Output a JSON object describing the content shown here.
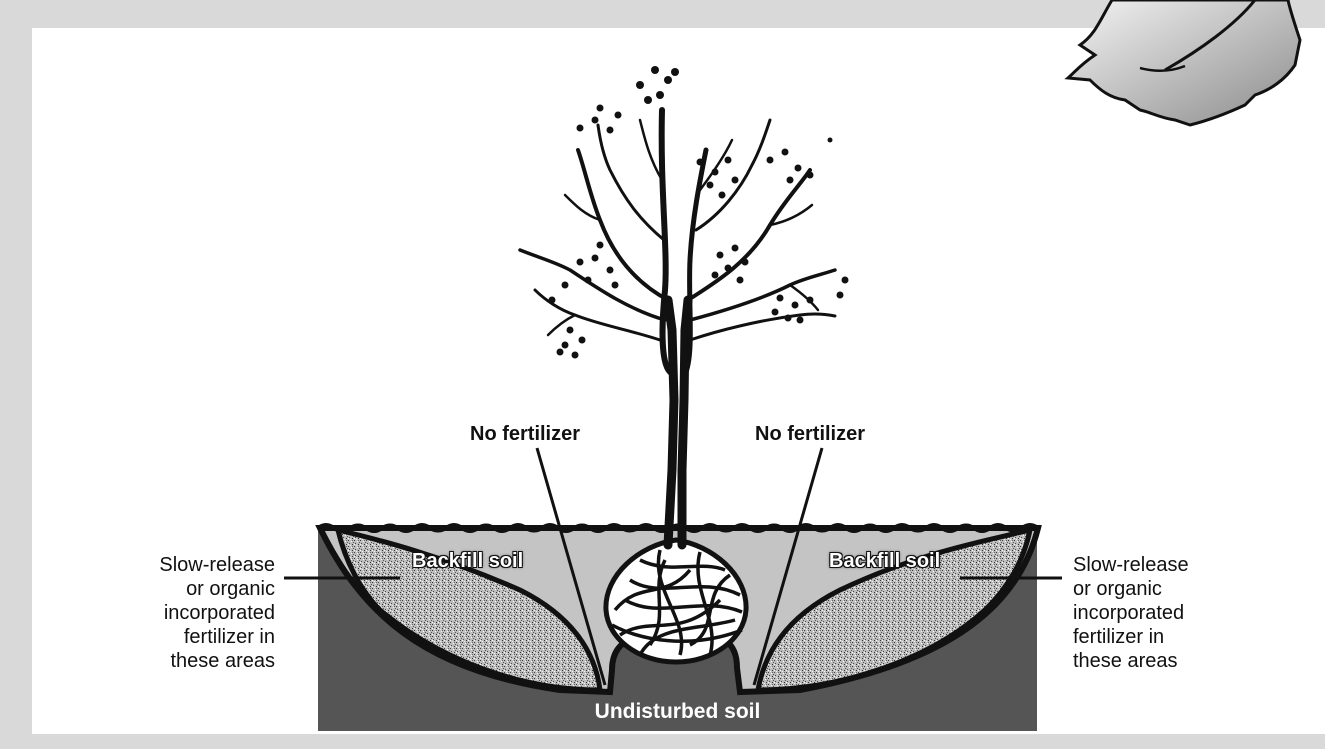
{
  "labels": {
    "no_fertilizer_left": "No fertilizer",
    "no_fertilizer_right": "No fertilizer",
    "backfill_left": "Backfill soil",
    "backfill_right": "Backfill soil",
    "undisturbed": "Undisturbed soil",
    "side_left": [
      "Slow-release",
      "or organic",
      "incorporated",
      "fertilizer in",
      "these areas"
    ],
    "side_right": [
      "Slow-release",
      "or organic",
      "incorporated",
      "fertilizer in",
      "these areas"
    ]
  },
  "colors": {
    "background": "#d9d9d9",
    "panel": "#ffffff",
    "undisturbed_soil": "#555555",
    "planting_hole": "#c4c4c4",
    "backfill_speckle": "#9a9a9a",
    "ink": "#111111"
  }
}
